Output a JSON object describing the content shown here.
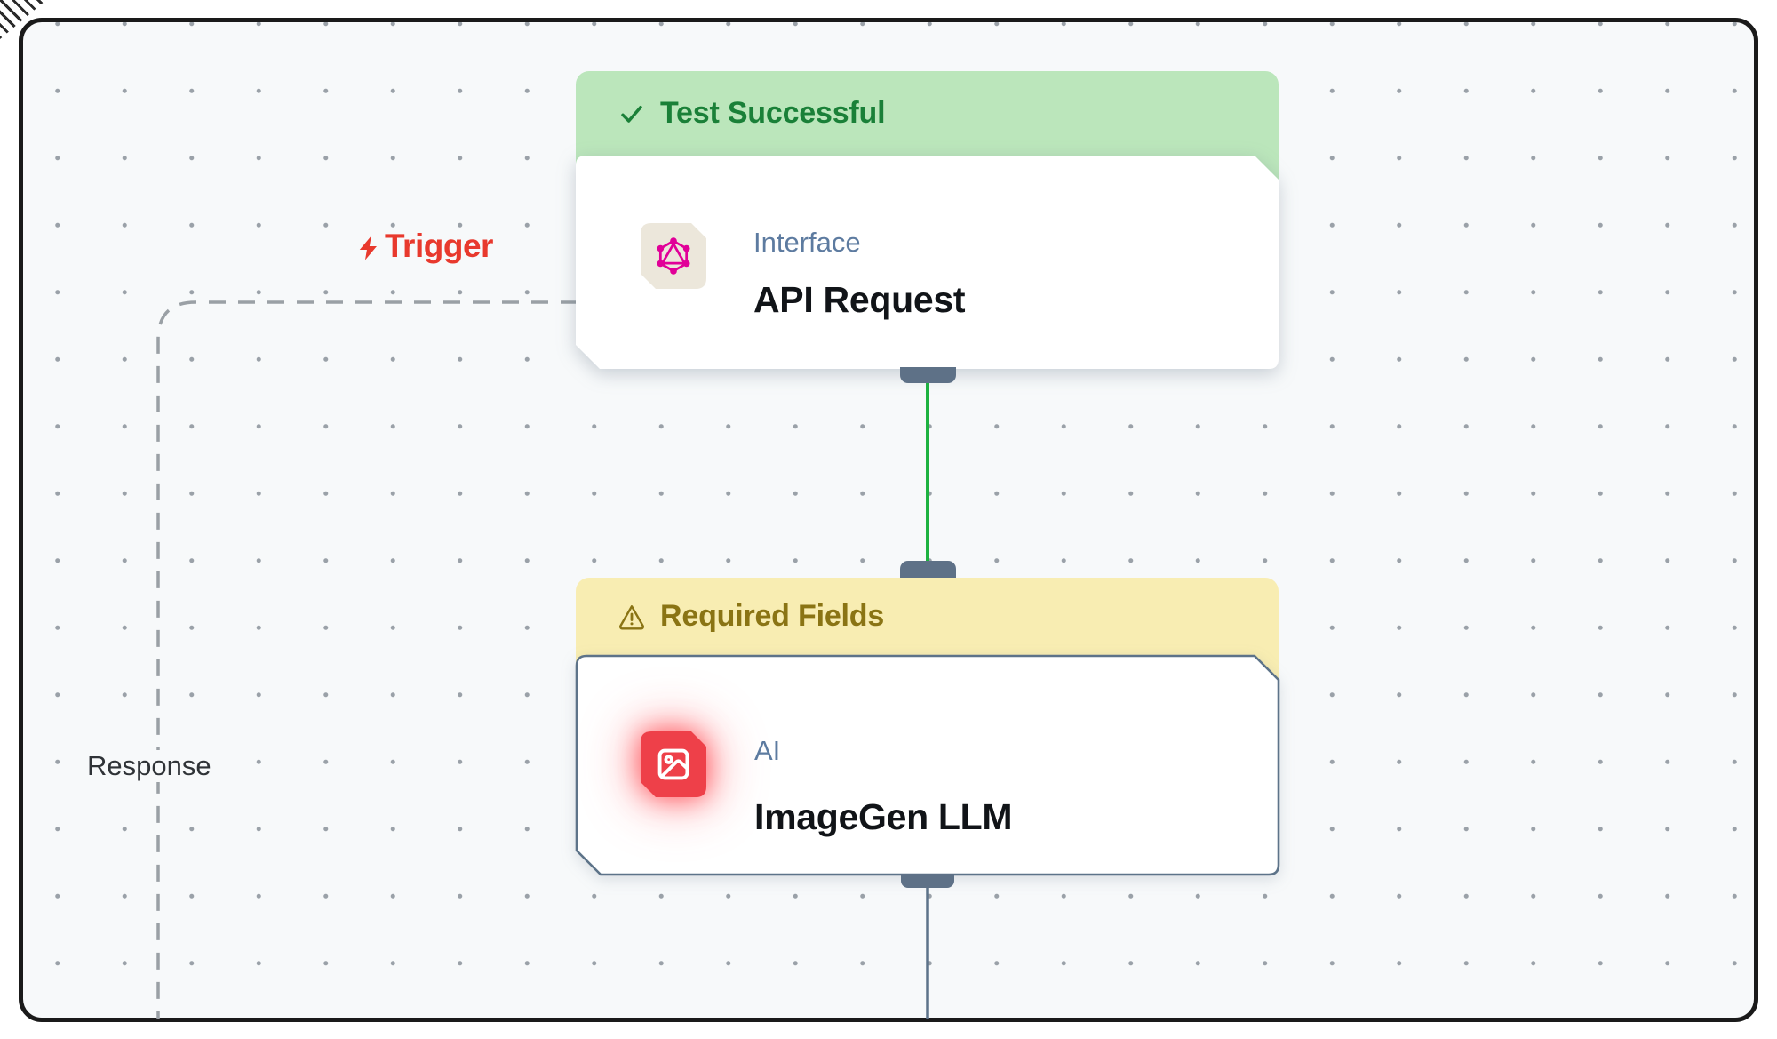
{
  "canvas": {
    "type": "workflow-editor-canvas",
    "grid": "dot-grid"
  },
  "colors": {
    "frame_border": "#1a1a1a",
    "canvas_bg": "#f7f9fa",
    "dot": "#9aa1a8",
    "success_bg": "#bbe6bb",
    "success_text": "#1a8038",
    "warning_bg": "#f8edb2",
    "warning_text": "#8a7414",
    "card_bg": "#ffffff",
    "card_border": "#5d7389",
    "slate": "#5e7187",
    "green_edge": "#1db240",
    "label_blue": "#5d7ba0",
    "title_dark": "#111418",
    "trigger_red": "#e8392d",
    "icon_red": "#ee4049",
    "graphql_pink": "#e10098",
    "icon_beige": "#ece7db",
    "dash_gray": "#9aa0a5",
    "response_text": "#2f3337"
  },
  "edges": {
    "trigger": {
      "label": "Trigger",
      "icon": "zap-icon",
      "style": "dashed-gray"
    },
    "response": {
      "label": "Response",
      "style": "dashed-gray"
    },
    "api_to_ai": {
      "style": "solid-green"
    },
    "ai_out": {
      "style": "solid-slate"
    }
  },
  "nodes": {
    "api_request": {
      "status_badge": "Test Successful",
      "status_icon": "check-icon",
      "status_kind": "success",
      "category": "Interface",
      "title": "API Request",
      "icon": "graphql-icon"
    },
    "imagegen": {
      "status_badge": "Required Fields",
      "status_icon": "warning-icon",
      "status_kind": "warning",
      "category": "AI",
      "title": "ImageGen LLM",
      "icon": "image-icon"
    }
  }
}
